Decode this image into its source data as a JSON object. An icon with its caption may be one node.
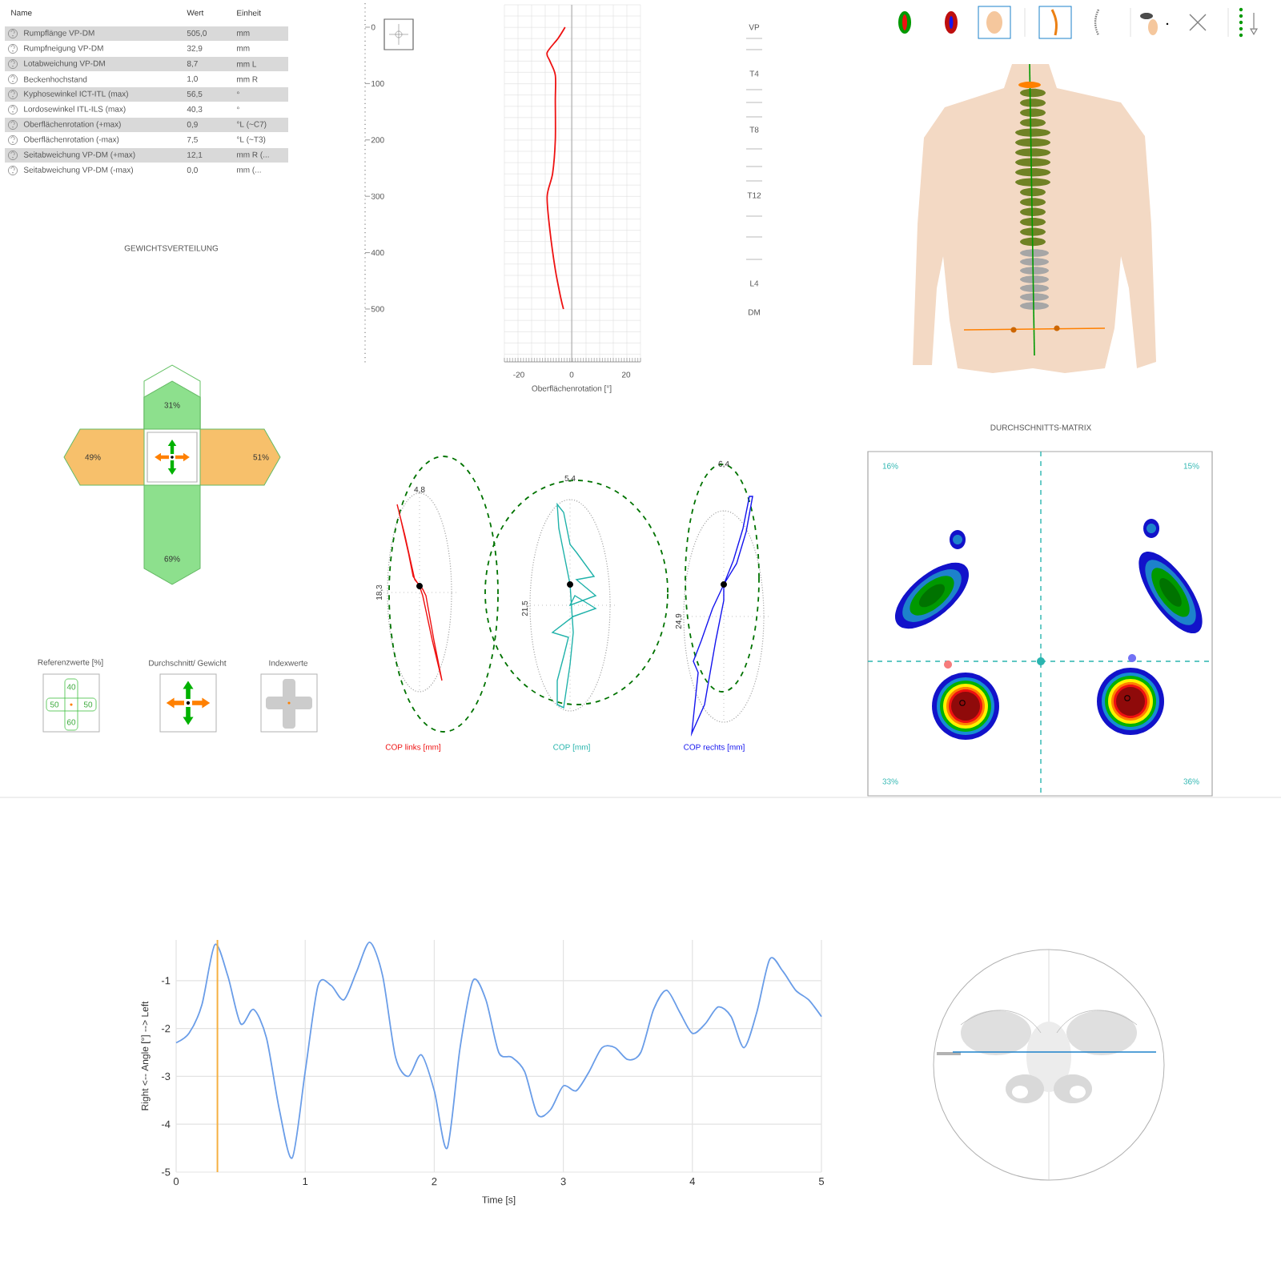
{
  "diagram": {
    "nodes": [
      {
        "text": [
          "31%"
        ]
      },
      {
        "text": [
          "49%"
        ]
      },
      {
        "text": [
          "51%"
        ]
      },
      {
        "text": [
          "69%"
        ]
      }
    ],
    "labels": [
      "Name",
      "Wert",
      "Einheit",
      "Rumpflänge VP-DM",
      "505,0",
      "mm",
      "Rumpfneigung VP-DM",
      "32,9",
      "mm",
      "Lotabweichung VP-DM",
      "8,7",
      "mm L",
      "Beckenhochstand",
      "1,0",
      "mm R",
      "Kyphosewinkel ICT-ITL (max)",
      "56,5",
      "°",
      "Lordosewinkel ITL-ILS (max)",
      "40,3",
      "°",
      "Oberflächenrotation (+max)",
      "0,9",
      "°L (~C7)",
      "Oberflächenrotation (-max)",
      "7,5",
      "°L (~T3)",
      "Seitabweichung VP-DM (+max)",
      "12,1",
      "mm R (...",
      "Seitabweichung VP-DM (-max)",
      "0,0",
      "mm (...",
      "0",
      "100",
      "200",
      "300",
      "400",
      "500",
      "-20",
      "0",
      "20",
      "Oberflächenrotation [°]",
      "VP",
      "T4",
      "T8",
      "T12",
      "L4",
      "DM",
      "GEWICHTSVERTEILUNG",
      "DURCHSCHNITTS-MATRIX",
      "16%",
      "15%",
      "4,8",
      "5,4",
      "6,4",
      "18,3",
      "21,5",
      "24,9",
      "Referenzwerte [%]",
      "Durchschnitt/ Gewicht",
      "Indexwerte",
      "40",
      "50",
      "50",
      "60",
      "COP links [mm]",
      "COP [mm]",
      "COP rechts [mm]",
      "33%",
      "36%"
    ],
    "chart_data": {
      "type": "line",
      "xlabel": "Time [s]",
      "ylabel": "Right <-- Angle [°] --> Left",
      "x": [
        0,
        0.1,
        0.2,
        0.3,
        0.4,
        0.5,
        0.6,
        0.7,
        0.8,
        0.9,
        1.0,
        1.1,
        1.2,
        1.3,
        1.4,
        1.5,
        1.6,
        1.7,
        1.8,
        1.9,
        2.0,
        2.1,
        2.2,
        2.3,
        2.4,
        2.5,
        2.6,
        2.7,
        2.8,
        2.9,
        3.0,
        3.1,
        3.2,
        3.3,
        3.4,
        3.5,
        3.6,
        3.7,
        3.8,
        3.9,
        4.0,
        4.1,
        4.2,
        4.3,
        4.4,
        4.5,
        4.6,
        4.7,
        4.8,
        4.9,
        5.0
      ],
      "series": [
        {
          "color": "#6a9de8",
          "values": [
            -2.3,
            -2.1,
            -1.5,
            -0.25,
            -0.9,
            -1.9,
            -1.6,
            -2.2,
            -3.7,
            -4.7,
            -2.9,
            -1.1,
            -1.1,
            -1.4,
            -0.8,
            -0.2,
            -0.9,
            -2.6,
            -3.0,
            -2.55,
            -3.3,
            -4.5,
            -2.4,
            -1.0,
            -1.4,
            -2.5,
            -2.6,
            -2.9,
            -3.8,
            -3.7,
            -3.2,
            -3.3,
            -2.9,
            -2.4,
            -2.4,
            -2.65,
            -2.5,
            -1.6,
            -1.2,
            -1.65,
            -2.1,
            -1.9,
            -1.55,
            -1.75,
            -2.4,
            -1.65,
            -0.55,
            -0.8,
            -1.2,
            -1.4,
            -1.75
          ]
        }
      ],
      "grid": true,
      "ref_lines": [
        {
          "axis": "x",
          "value": 0.32,
          "color": "#f5b041"
        }
      ],
      "xlim": [
        0,
        5
      ],
      "ylim": [
        -5,
        -0.15
      ],
      "xticks": [
        0,
        1,
        2,
        3,
        4,
        5
      ],
      "yticks": [
        -5,
        -4,
        -3,
        -2,
        -1
      ]
    }
  }
}
